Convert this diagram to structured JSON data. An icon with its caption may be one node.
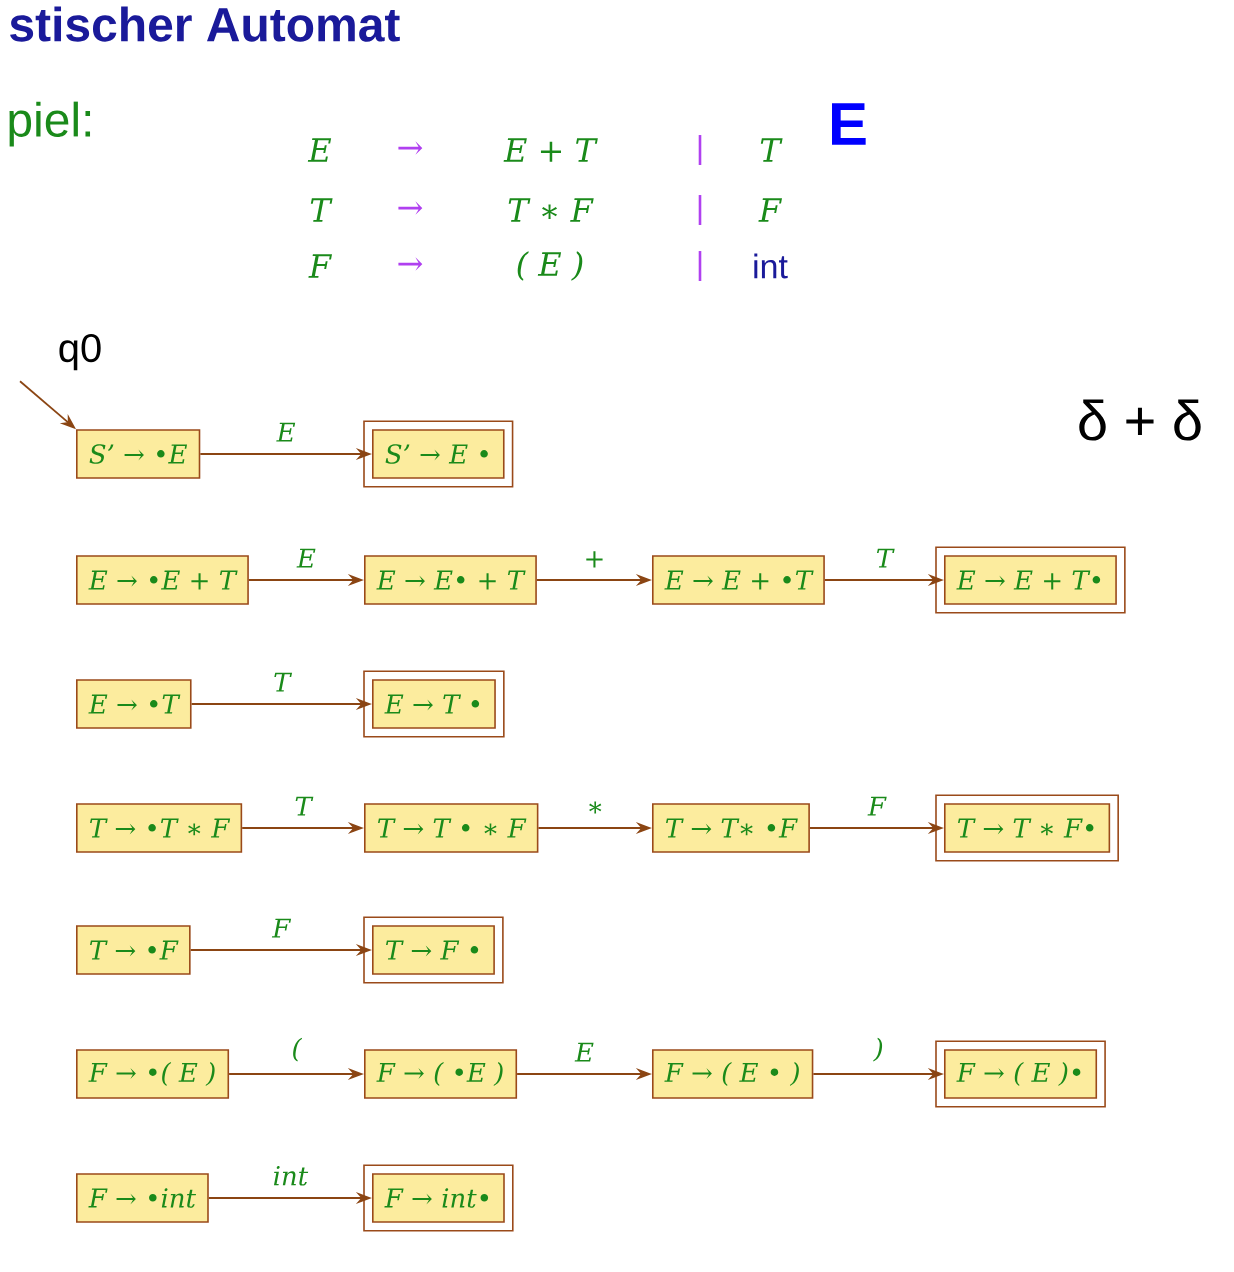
{
  "diagram": {
    "title": "stischer Automat",
    "nodes": [
      {
        "text": [
          "S’ → •E"
        ]
      },
      {
        "text": [
          "S’ → E •"
        ]
      },
      {
        "text": [
          "E → •E + T"
        ]
      },
      {
        "text": [
          "E → E• + T"
        ]
      },
      {
        "text": [
          "E → E + •T"
        ]
      },
      {
        "text": [
          "E → E + T•"
        ]
      },
      {
        "text": [
          "E → •T"
        ]
      },
      {
        "text": [
          "E → T •"
        ]
      },
      {
        "text": [
          "T → •T ∗ F"
        ]
      },
      {
        "text": [
          "T → T • ∗ F"
        ]
      },
      {
        "text": [
          "T → T∗ •F"
        ]
      },
      {
        "text": [
          "T → T ∗ F•"
        ]
      },
      {
        "text": [
          "T → •F"
        ]
      },
      {
        "text": [
          "T → F •"
        ]
      },
      {
        "text": [
          "F → •( E )"
        ]
      },
      {
        "text": [
          "F → ( •E )"
        ]
      },
      {
        "text": [
          "F → ( E • )"
        ]
      },
      {
        "text": [
          "F → ( E )•"
        ]
      },
      {
        "text": [
          "F → •int"
        ]
      },
      {
        "text": [
          "F → int•"
        ]
      }
    ],
    "edges": [
      {
        "from": null,
        "to": 0,
        "arrow": "to"
      },
      {
        "from": 0,
        "to": 1,
        "arrow": "to",
        "label": "E"
      },
      {
        "from": 2,
        "to": 3,
        "arrow": "to",
        "label": "E"
      },
      {
        "from": 3,
        "to": 4,
        "arrow": "to",
        "label": "+"
      },
      {
        "from": 4,
        "to": 5,
        "arrow": "to",
        "label": "T"
      },
      {
        "from": 6,
        "to": 7,
        "arrow": "to",
        "label": "T"
      },
      {
        "from": 8,
        "to": 9,
        "arrow": "to",
        "label": "T"
      },
      {
        "from": 9,
        "to": 10,
        "arrow": "to",
        "label": "∗"
      },
      {
        "from": 10,
        "to": 11,
        "arrow": "to",
        "label": "F"
      },
      {
        "from": 12,
        "to": 13,
        "arrow": "to",
        "label": "F"
      },
      {
        "from": 14,
        "to": 15,
        "arrow": "to",
        "label": "("
      },
      {
        "from": 15,
        "to": 16,
        "arrow": "to",
        "label": "E"
      },
      {
        "from": 16,
        "to": 17,
        "arrow": "to",
        "label": ")"
      },
      {
        "from": 18,
        "to": 19,
        "arrow": "to",
        "label": "int"
      }
    ],
    "labels": [
      "piel:",
      "E",
      "→",
      "E + T",
      "|",
      "T",
      "T",
      "→",
      "T ∗ F",
      "|",
      "F",
      "F",
      "→",
      "( E )",
      "|",
      "int",
      "q0",
      "E",
      "δ + δ"
    ]
  }
}
